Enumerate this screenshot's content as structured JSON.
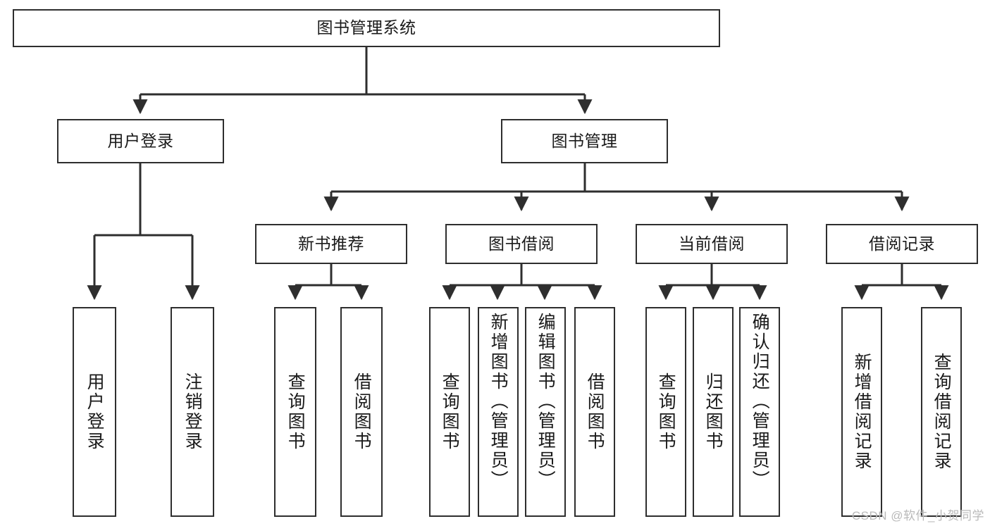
{
  "diagram": {
    "title": "图书管理系统",
    "type": "tree",
    "watermark": "CSDN @软件_小贺同学",
    "colors": {
      "box_border": "#2e2e2e",
      "box_fill": "#ffffff",
      "edge": "#2e2e2e",
      "text": "#1a1a1a",
      "watermark": "#b9b9b9"
    },
    "nodes": {
      "root": {
        "label": "图书管理系统",
        "level": 1,
        "orientation": "horizontal"
      },
      "level2": [
        {
          "id": "user-login",
          "label": "用户登录",
          "orientation": "horizontal"
        },
        {
          "id": "book-manage",
          "label": "图书管理",
          "orientation": "horizontal"
        }
      ],
      "level3": [
        {
          "id": "new-book-recommend",
          "label": "新书推荐",
          "orientation": "horizontal",
          "parent": "book-manage"
        },
        {
          "id": "book-borrow",
          "label": "图书借阅",
          "orientation": "horizontal",
          "parent": "book-manage"
        },
        {
          "id": "current-borrow",
          "label": "当前借阅",
          "orientation": "horizontal",
          "parent": "book-manage"
        },
        {
          "id": "borrow-record",
          "label": "借阅记录",
          "orientation": "horizontal",
          "parent": "book-manage"
        }
      ],
      "leaves": [
        {
          "id": "leaf-user-login",
          "label": "用户登录",
          "orientation": "vertical",
          "parent": "user-login"
        },
        {
          "id": "leaf-logout-login",
          "label": "注销登录",
          "orientation": "vertical",
          "parent": "user-login"
        },
        {
          "id": "leaf-query-book-1",
          "label": "查询图书",
          "orientation": "vertical",
          "parent": "new-book-recommend"
        },
        {
          "id": "leaf-borrow-book-1",
          "label": "借阅图书",
          "orientation": "vertical",
          "parent": "new-book-recommend"
        },
        {
          "id": "leaf-query-book-2",
          "label": "查询图书",
          "orientation": "vertical",
          "parent": "book-borrow"
        },
        {
          "id": "leaf-add-book",
          "label": "新增图书（管理员）",
          "orientation": "vertical",
          "parent": "book-borrow"
        },
        {
          "id": "leaf-edit-book",
          "label": "编辑图书（管理员）",
          "orientation": "vertical",
          "parent": "book-borrow"
        },
        {
          "id": "leaf-borrow-book-2",
          "label": "借阅图书",
          "orientation": "vertical",
          "parent": "book-borrow"
        },
        {
          "id": "leaf-query-book-3",
          "label": "查询图书",
          "orientation": "vertical",
          "parent": "current-borrow"
        },
        {
          "id": "leaf-return-book",
          "label": "归还图书",
          "orientation": "vertical",
          "parent": "current-borrow"
        },
        {
          "id": "leaf-confirm-return",
          "label": "确认归还（管理员）",
          "orientation": "vertical",
          "parent": "current-borrow"
        },
        {
          "id": "leaf-add-record",
          "label": "新增借阅记录",
          "orientation": "vertical",
          "parent": "borrow-record"
        },
        {
          "id": "leaf-query-record",
          "label": "查询借阅记录",
          "orientation": "vertical",
          "parent": "borrow-record"
        }
      ]
    }
  }
}
